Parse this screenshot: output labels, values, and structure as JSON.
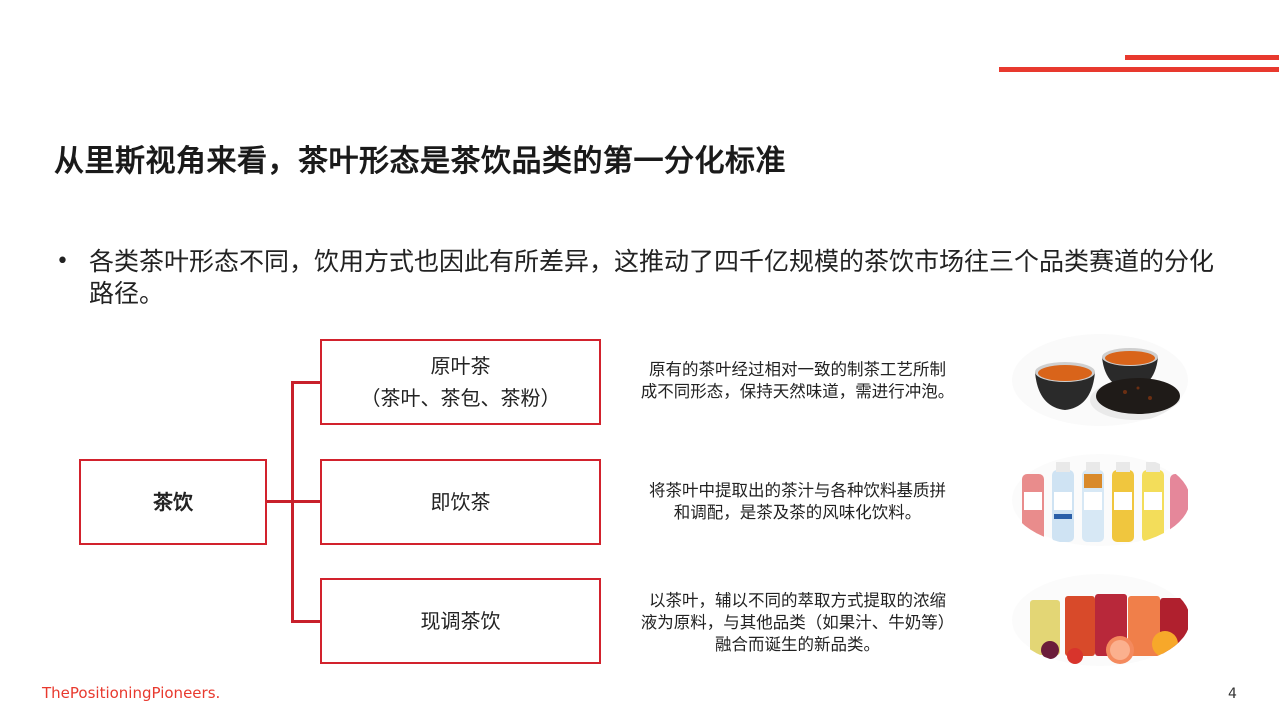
{
  "slide": {
    "title": "从里斯视角来看，茶叶形态是茶饮品类的第一分化标准",
    "bullet": {
      "marker": "•",
      "text": "各类茶叶形态不同，饮用方式也因此有所差异，这推动了四千亿规模的茶饮市场往三个品类赛道的分化路径。"
    },
    "diagram": {
      "root": {
        "label": "茶饮"
      },
      "branches": [
        {
          "label": "原叶茶",
          "sublabel": "（茶叶、茶包、茶粉）",
          "description_lines": [
            "原有的茶叶经过相对一致的制茶工艺所制",
            "成不同形态，保持天然味道，需进行冲泡。"
          ],
          "image": "loose-leaf-tea-cups-image"
        },
        {
          "label": "即饮茶",
          "sublabel": "",
          "description_lines": [
            "将茶叶中提取出的茶汁与各种饮料基质拼",
            "和调配，是茶及茶的风味化饮料。"
          ],
          "image": "bottled-tea-image"
        },
        {
          "label": "现调茶饮",
          "sublabel": "",
          "description_lines": [
            "以茶叶，辅以不同的萃取方式提取的浓缩",
            "液为原料，与其他品类（如果汁、牛奶等）",
            "融合而诞生的新品类。"
          ],
          "image": "fresh-fruit-tea-image"
        }
      ]
    },
    "footer": {
      "brand": "ThePositioningPioneers.",
      "page_number": "4"
    },
    "colors": {
      "accent": "#e8392e",
      "box_border": "#d2222d",
      "title": "#1a1a1a"
    }
  }
}
